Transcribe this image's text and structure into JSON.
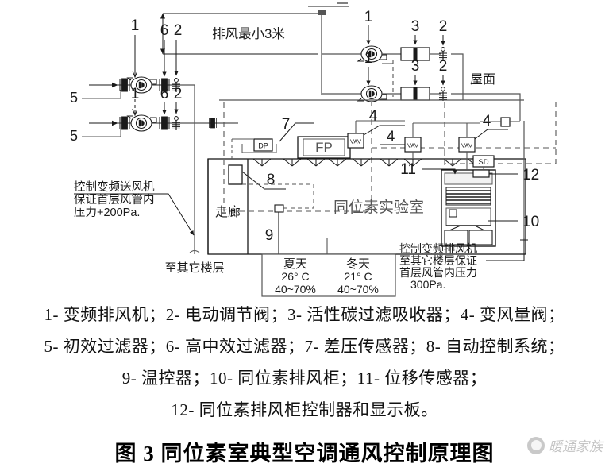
{
  "figure": {
    "title": "图 3 同位素室典型空调通风控制原理图",
    "legend_lines": [
      "1- 变频排风机；2- 电动调节阀；3- 活性碳过滤吸收器；4- 变风量阀；",
      "5- 初效过滤器；6- 高中效过滤器；7- 差压传感器；8- 自动控制系统；",
      "9- 温控器；10- 同位素排风柜；11- 位移传感器；",
      "12- 同位素排风柜控制器和显示板。"
    ]
  },
  "watermark": {
    "text": "暖通家族"
  },
  "diagram": {
    "annotations": {
      "exhaust_height": "排风最小3米",
      "roof": "屋面",
      "corridor": "走廊",
      "lab_room": "同位素实验室",
      "supply_fan_note": [
        "控制变频送风机",
        "保证首层风管内",
        "压力+200Pa."
      ],
      "other_floors": "至其它楼层",
      "exhaust_fan_note": [
        "控制变频排风机",
        "至其它楼层保证",
        "首层风管内压力",
        "－300Pa."
      ]
    },
    "thermostat_table": {
      "columns": [
        "夏天",
        "冬天"
      ],
      "rows": [
        [
          "26° C",
          "21° C"
        ],
        [
          "40~70%",
          "40~70%"
        ]
      ]
    },
    "component_tags": {
      "supply_fan_top": "1",
      "supply_fan_bottom": "1",
      "filter_top": "5",
      "filter_bottom": "5",
      "medium_filter_top": "6",
      "medium_filter_bottom": "6",
      "damper_top": "2",
      "damper_bottom": "2",
      "exhaust_fan_top": "1",
      "exhaust_fan_bottom": "1",
      "carbon_filter_top": "3",
      "carbon_filter_bottom": "3",
      "roof_damper_top": "2",
      "roof_damper_bottom": "2",
      "dp_sensor": "7",
      "control_system": "8",
      "thermostat": "9",
      "vav_1": "4",
      "vav_2": "4",
      "vav_3": "4",
      "fume_hood": "10",
      "displacement_sensor": "11",
      "hood_controller": "12"
    },
    "device_labels": {
      "dp": "DP",
      "fp": "FP",
      "vav": "VAV",
      "sd": "SD"
    }
  }
}
